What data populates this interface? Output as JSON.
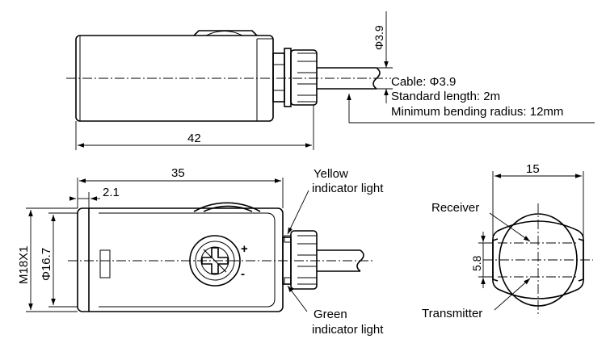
{
  "top_view": {
    "cable_diameter_label": "Φ3.9",
    "cable_note": "Cable: Φ3.9",
    "length_note": "Standard length: 2m",
    "bend_note": "Minimum bending radius: 12mm",
    "length_dim": "42"
  },
  "side_view": {
    "width_dim": "35",
    "offset_dim": "2.1",
    "thread_dim": "M18X1",
    "body_dia_dim": "Φ16.7",
    "yellow_label_1": "Yellow",
    "yellow_label_2": "indicator light",
    "green_label_1": "Green",
    "green_label_2": "indicator light",
    "plus_sign": "+",
    "minus_sign": "-"
  },
  "front_view": {
    "width_dim": "15",
    "spacing_dim": "5.8",
    "receiver_label": "Receiver",
    "transmitter_label": "Transmitter"
  }
}
